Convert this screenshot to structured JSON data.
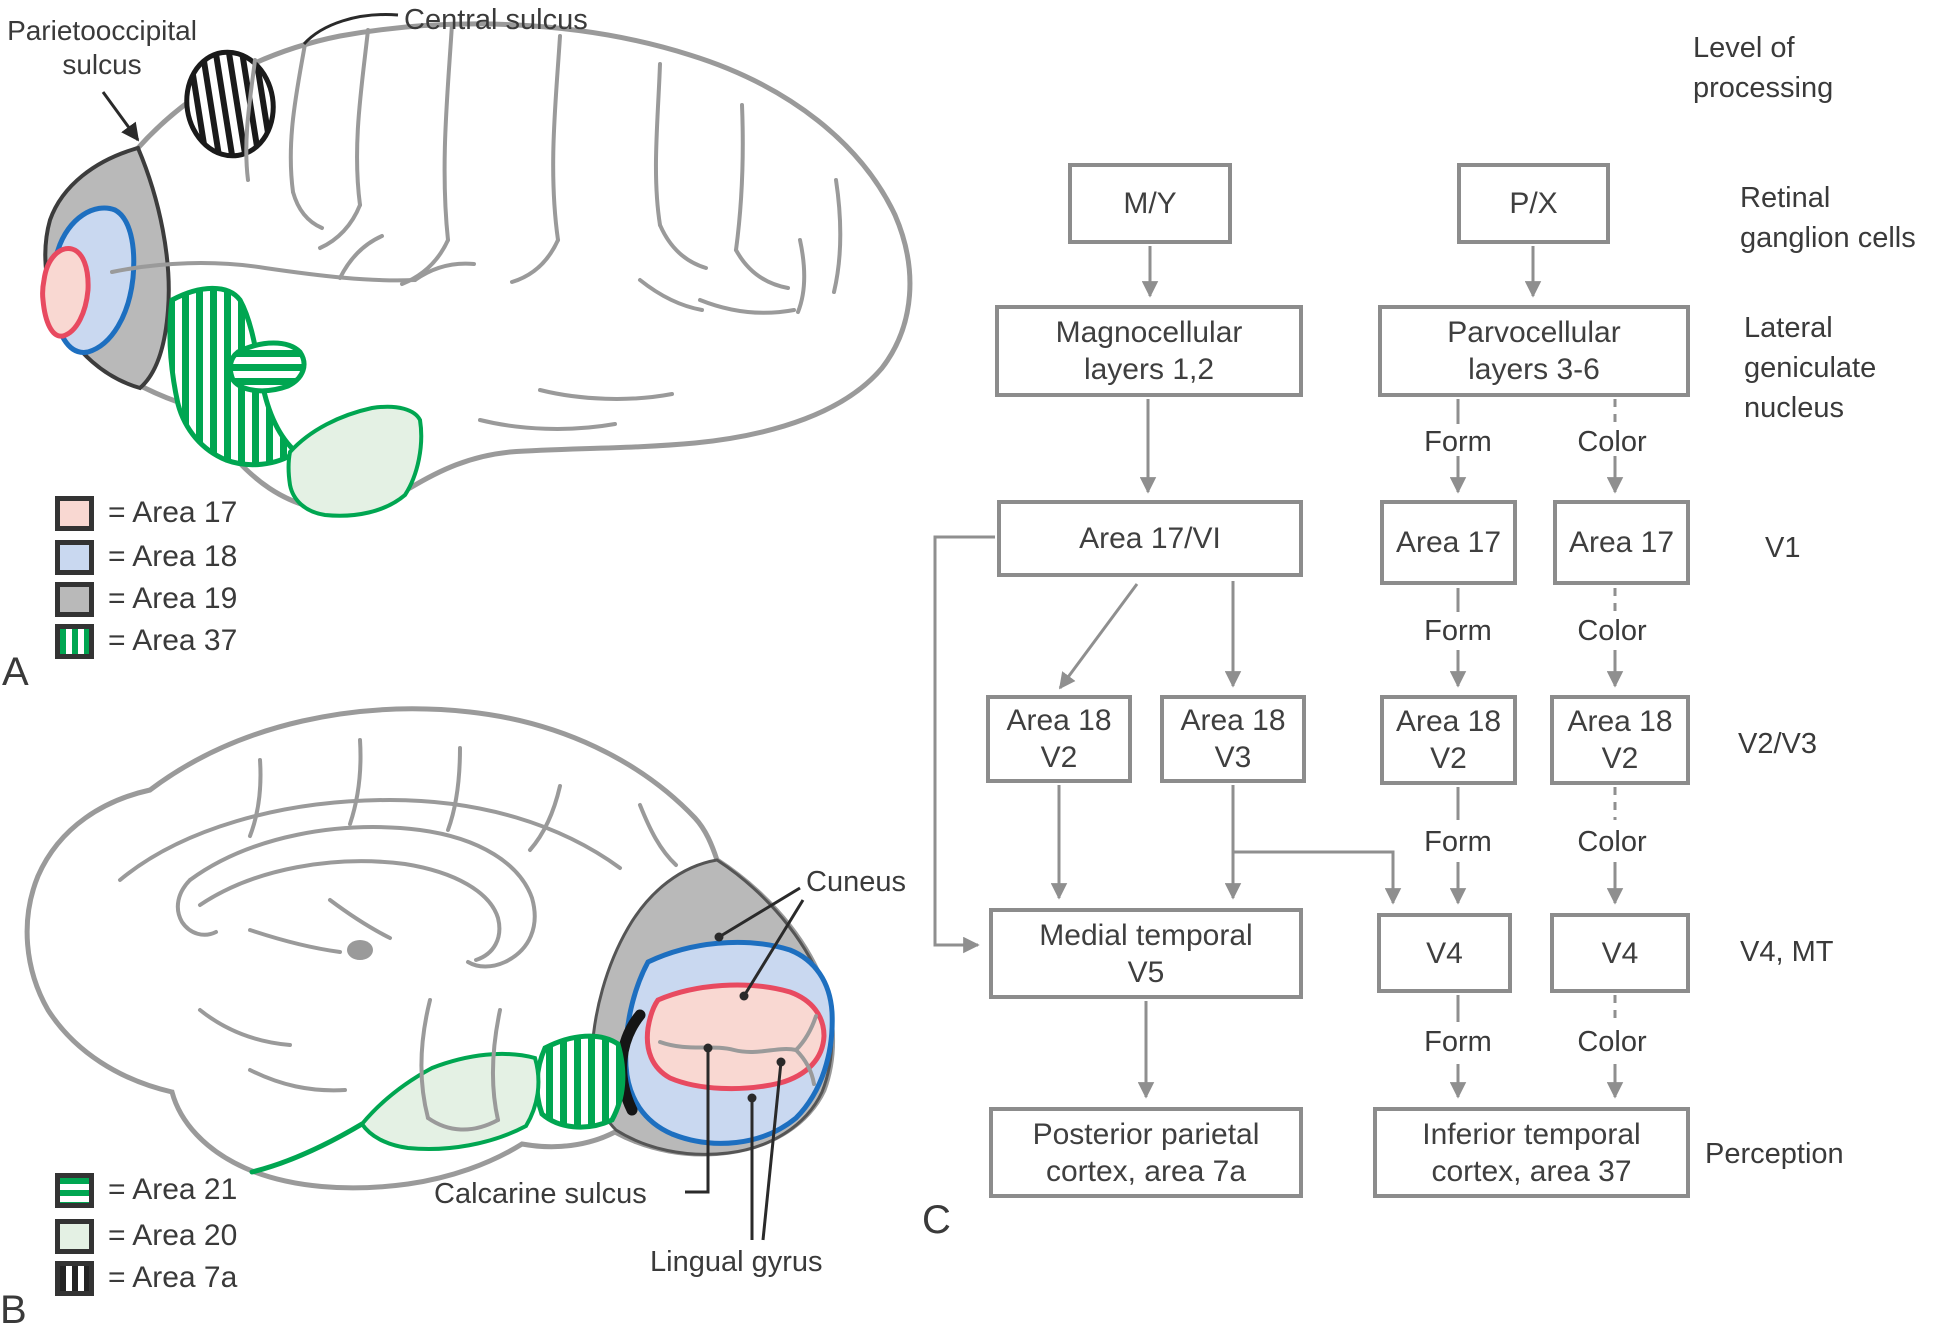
{
  "panel_a": {
    "letter": "A",
    "labels": {
      "parietooccipital_line1": "Parietooccipital",
      "parietooccipital_line2": "sulcus",
      "central_sulcus": "Central sulcus"
    },
    "legend": [
      {
        "symbol": "pink-swatch",
        "label": "= Area 17"
      },
      {
        "symbol": "blue-swatch",
        "label": "= Area 18"
      },
      {
        "symbol": "gray-swatch",
        "label": "= Area 19"
      },
      {
        "symbol": "green-vertical-stripes-swatch",
        "label": "= Area 37"
      }
    ]
  },
  "panel_b": {
    "letter": "B",
    "labels": {
      "cuneus": "Cuneus",
      "calcarine_sulcus": "Calcarine sulcus",
      "lingual_gyrus": "Lingual gyrus"
    },
    "legend": [
      {
        "symbol": "green-horizontal-stripes-swatch",
        "label": "= Area 21"
      },
      {
        "symbol": "light-green-swatch",
        "label": "= Area 20"
      },
      {
        "symbol": "black-vertical-stripes-swatch",
        "label": "= Area 7a"
      }
    ]
  },
  "flowchart": {
    "letter": "C",
    "boxes": {
      "my": {
        "lines": [
          "M/Y"
        ]
      },
      "px": {
        "lines": [
          "P/X"
        ]
      },
      "magno": {
        "lines": [
          "Magnocellular",
          "layers 1,2"
        ]
      },
      "parvo": {
        "lines": [
          "Parvocellular",
          "layers 3-6"
        ]
      },
      "area17vi": {
        "lines": [
          "Area 17/VI"
        ]
      },
      "area17_form": {
        "lines": [
          "Area 17"
        ]
      },
      "area17_color": {
        "lines": [
          "Area 17"
        ]
      },
      "area18v2_m": {
        "lines": [
          "Area 18",
          "V2"
        ]
      },
      "area18v3_m": {
        "lines": [
          "Area 18",
          "V3"
        ]
      },
      "area18v2_form": {
        "lines": [
          "Area 18",
          "V2"
        ]
      },
      "area18v2_color": {
        "lines": [
          "Area 18",
          "V2"
        ]
      },
      "mt_v5": {
        "lines": [
          "Medial temporal",
          "V5"
        ]
      },
      "v4_form": {
        "lines": [
          "V4"
        ]
      },
      "v4_color": {
        "lines": [
          "V4"
        ]
      },
      "ppc": {
        "lines": [
          "Posterior parietal",
          "cortex, area 7a"
        ]
      },
      "itc": {
        "lines": [
          "Inferior temporal",
          "cortex, area 37"
        ]
      }
    },
    "stream_labels": {
      "form": "Form",
      "color": "Color"
    },
    "level_labels": {
      "processing": [
        "Level of",
        "processing"
      ],
      "retinal": [
        "Retinal",
        "ganglion cells"
      ],
      "lgn": [
        "Lateral",
        "geniculate",
        "nucleus"
      ],
      "v1": "V1",
      "v2v3": "V2/V3",
      "v4mt": "V4, MT",
      "perception": "Perception"
    }
  },
  "colors": {
    "area17_pink": "#f9d8d2",
    "area18_blue": "#c9d8f0",
    "area19_gray": "#b9b9b9",
    "area20_light_green": "#e4f1e4",
    "stripe_green": "#00a651",
    "red_border": "#e84a60",
    "blue_border": "#1d6fc0",
    "outline_gray": "#9a9a9a",
    "arrow_gray": "#8f8f8f",
    "text_dark": "#3a3a3a"
  }
}
